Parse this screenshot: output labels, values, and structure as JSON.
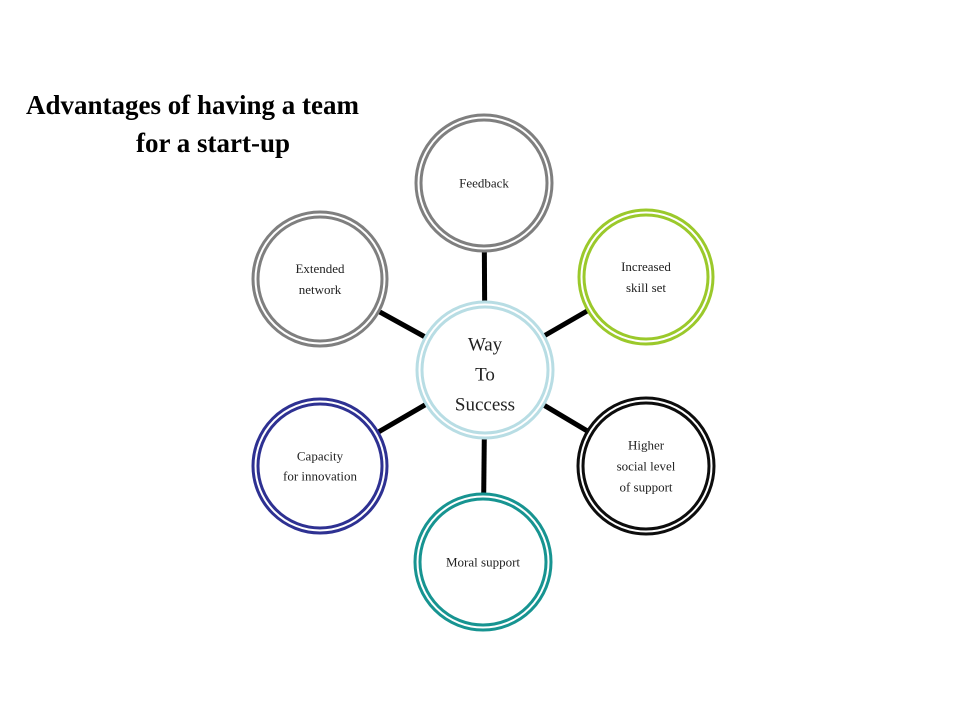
{
  "title": {
    "line1": "Advantages of having a team",
    "line2": "for a start-up"
  },
  "center": {
    "lines": [
      "Way",
      "To",
      "Success"
    ],
    "color": "#b8dde4"
  },
  "nodes": [
    {
      "id": "feedback",
      "lines": [
        "Feedback"
      ],
      "color": "#7f7f7f"
    },
    {
      "id": "increased-skill-set",
      "lines": [
        "Increased",
        "skill set"
      ],
      "color": "#9bc92b"
    },
    {
      "id": "higher-social-level-of-support",
      "lines": [
        "Higher",
        "social level",
        "of support"
      ],
      "color": "#0d0d0d"
    },
    {
      "id": "moral-support",
      "lines": [
        "Moral support"
      ],
      "color": "#179491"
    },
    {
      "id": "capacity-for-innovation",
      "lines": [
        "Capacity",
        "for innovation"
      ],
      "color": "#2e3192"
    },
    {
      "id": "extended-network",
      "lines": [
        "Extended",
        "network"
      ],
      "color": "#7f7f7f"
    }
  ],
  "connector_color": "#000000"
}
